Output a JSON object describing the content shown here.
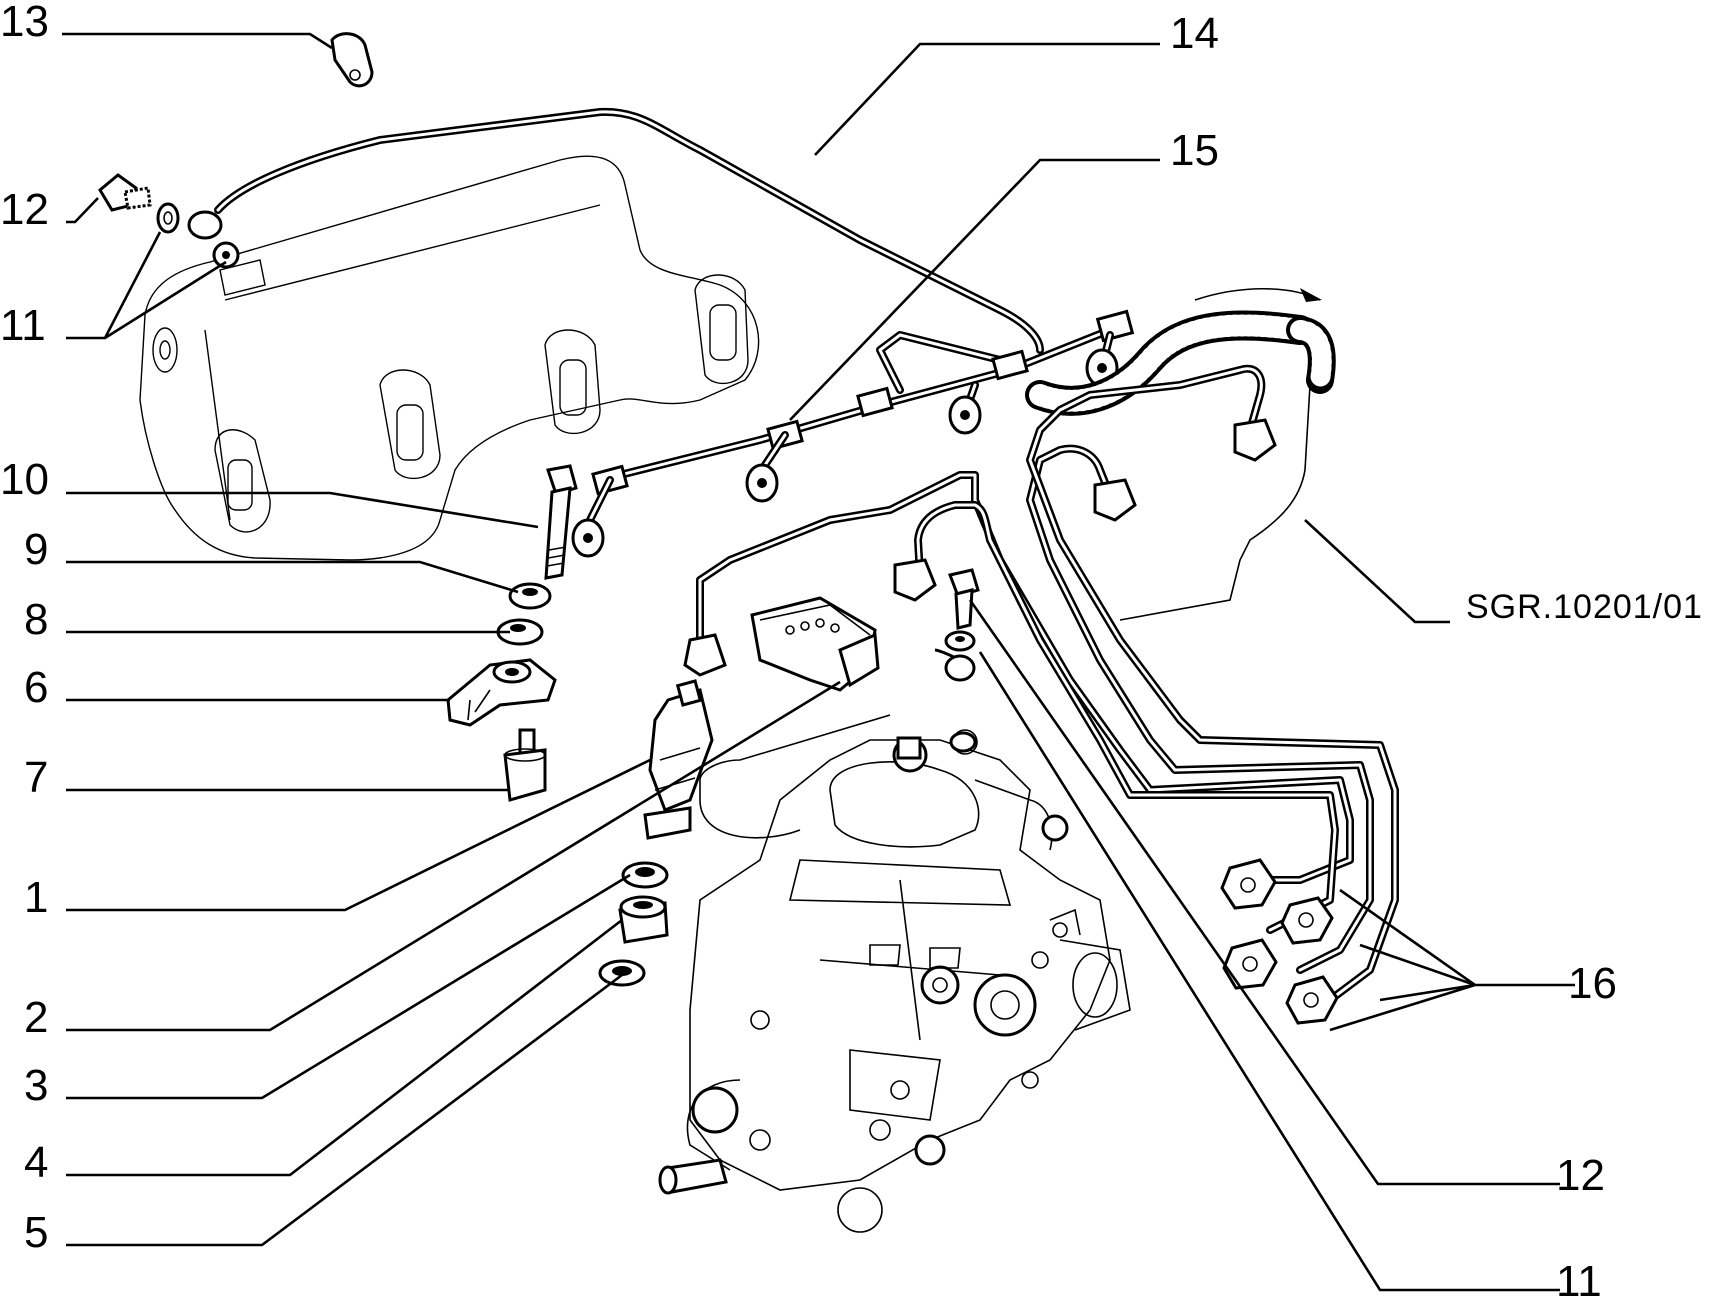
{
  "diagram": {
    "reference_code": "SGR.10201/01",
    "callouts": {
      "c1": "1",
      "c2": "2",
      "c3": "3",
      "c4": "4",
      "c5": "5",
      "c6": "6",
      "c7": "7",
      "c8": "8",
      "c9": "9",
      "c10": "10",
      "c11_left": "11",
      "c12_left": "12",
      "c13": "13",
      "c14": "14",
      "c15": "15",
      "c16": "16",
      "c12_right": "12",
      "c11_right": "11"
    }
  }
}
